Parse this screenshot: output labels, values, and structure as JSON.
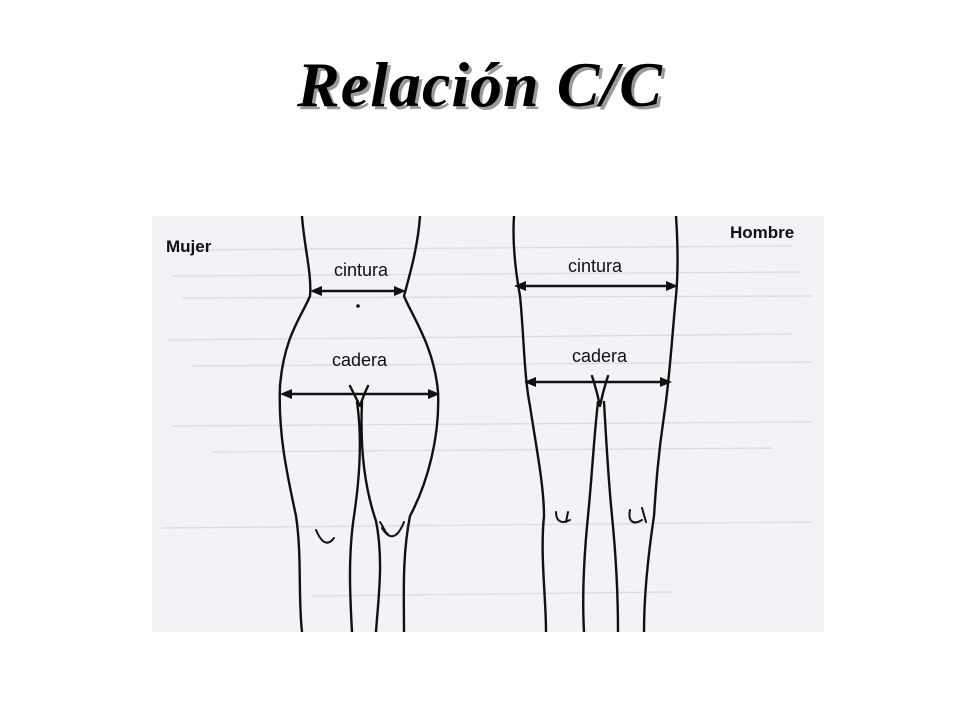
{
  "slide": {
    "title": "Relación C/C"
  },
  "figure": {
    "woman": {
      "heading": "Mujer",
      "waist_label": "cintura",
      "hip_label": "cadera"
    },
    "man": {
      "heading": "Hombre",
      "waist_label": "cintura",
      "hip_label": "cadera"
    }
  }
}
